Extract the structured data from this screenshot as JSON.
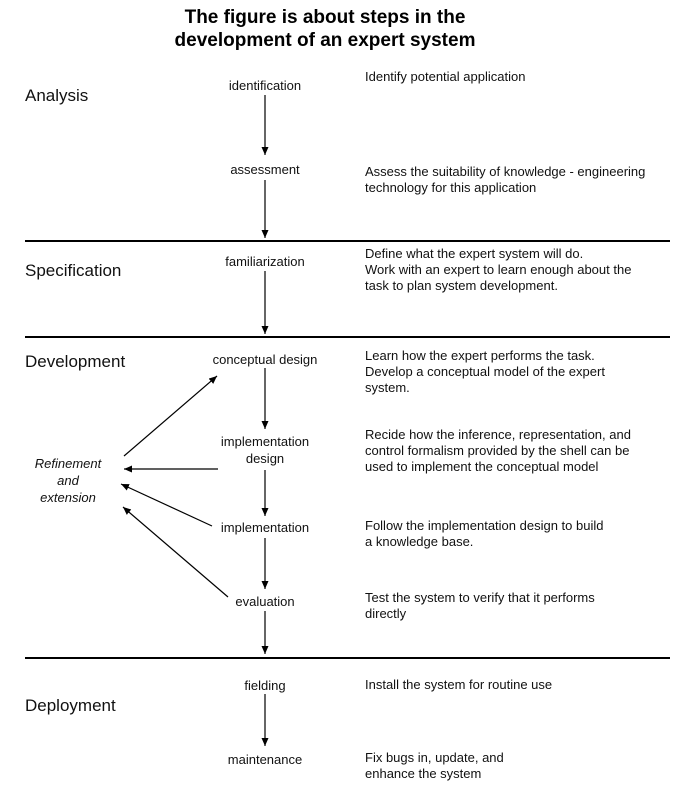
{
  "title": "The figure is about steps in the\ndevelopment of an expert system",
  "phases": {
    "analysis": "Analysis",
    "specification": "Specification",
    "development": "Development",
    "deployment": "Deployment"
  },
  "steps": {
    "identification": {
      "label": "identification",
      "desc": "Identify potential application"
    },
    "assessment": {
      "label": "assessment",
      "desc": "Assess the suitability of knowledge - engineering\ntechnology for this application"
    },
    "familiarization": {
      "label": "familiarization",
      "desc": "Define what the expert system will do.\nWork with an expert to learn enough about the\ntask to plan system development."
    },
    "conceptual_design": {
      "label": "conceptual design",
      "desc": "Learn how the expert performs the task.\nDevelop a conceptual model of the expert\nsystem."
    },
    "implementation_design": {
      "label": "implementation\ndesign",
      "desc": "Recide how the inference, representation, and\ncontrol formalism provided by the shell can be\nused to implement the conceptual model"
    },
    "implementation": {
      "label": "implementation",
      "desc": "Follow the implementation design to build\na knowledge base."
    },
    "evaluation": {
      "label": "evaluation",
      "desc": "Test the system to verify that it performs\ndirectly"
    },
    "fielding": {
      "label": "fielding",
      "desc": "Install the system for routine use"
    },
    "maintenance": {
      "label": "maintenance",
      "desc": "Fix bugs in, update, and\nenhance the system"
    }
  },
  "annotations": {
    "refinement": "Refinement\nand\nextension"
  },
  "colors": {
    "ink": "#000000",
    "background": "#ffffff"
  }
}
